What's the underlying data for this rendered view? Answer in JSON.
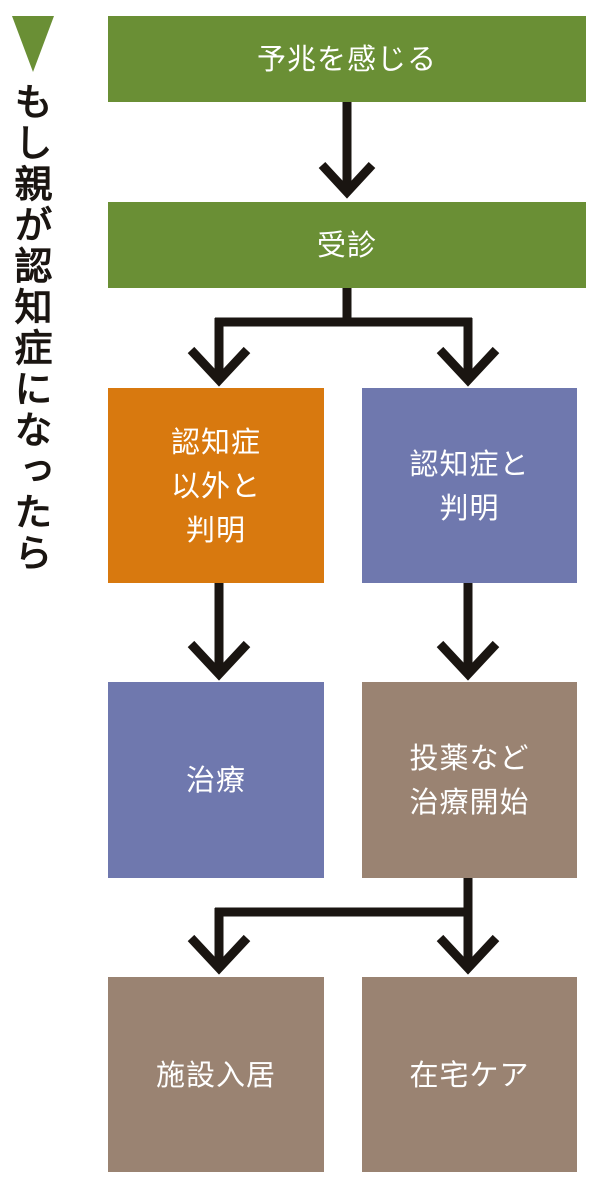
{
  "title": "もし親が認知症になったら",
  "nodes": {
    "premonition": "予兆を感じる",
    "consultation": "受診",
    "not_dementia": "認知症\n以外と\n判明",
    "dementia": "認知症と\n判明",
    "treatment": "治療",
    "medication": "投薬など\n治療開始",
    "facility": "施設入居",
    "home_care": "在宅ケア"
  },
  "colors": {
    "green": "#6a8f35",
    "orange": "#d8790f",
    "purple": "#6f78ae",
    "brown": "#9a8372",
    "arrow": "#1a1511"
  }
}
